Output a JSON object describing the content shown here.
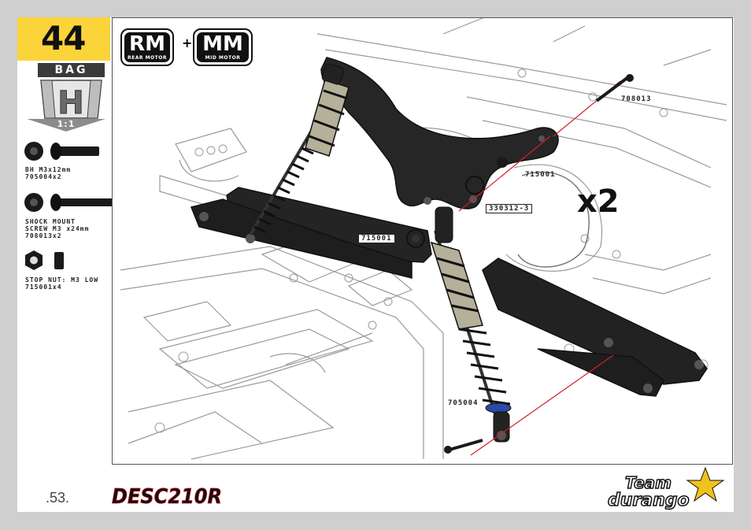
{
  "step": {
    "number": "44"
  },
  "bag": {
    "label": "BAG",
    "letter": "H",
    "scale": "1:1"
  },
  "motor_options": [
    {
      "code": "RM",
      "label": "REAR MOTOR"
    },
    {
      "code": "MM",
      "label": "MID MOTOR"
    }
  ],
  "plus_sign": "+",
  "parts": [
    {
      "name": "BH M3x12mm",
      "code": "705004x2",
      "icon": "button-head-screw-short-icon"
    },
    {
      "name": "SHOCK MOUNT\nSCREW M3 x24mm",
      "code": "708013x2",
      "icon": "button-head-screw-long-icon"
    },
    {
      "name": "STOP NUT: M3 LOW",
      "code": "715001x4",
      "icon": "stop-nut-icon"
    }
  ],
  "callouts": [
    "708013",
    "715001",
    "330312-3",
    "715001",
    "705004"
  ],
  "multiplier": "x2",
  "footer": {
    "page_number": ".53.",
    "product": "DESC210R",
    "brand_line1": "Team",
    "brand_line2": "durango"
  },
  "colors": {
    "step_bg": "#fbd43a",
    "page_bg": "#cfcfcf",
    "leader_line": "#d0202a",
    "logo_red": "#c4161c"
  }
}
